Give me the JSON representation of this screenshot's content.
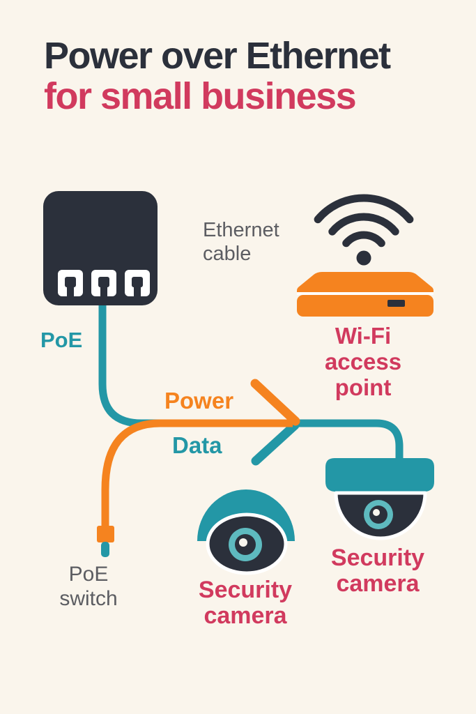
{
  "palette": {
    "bg": "#faf5ec",
    "dark": "#2b303b",
    "teal": "#2397a6",
    "teal-light": "#5ebabf",
    "orange": "#f5831f",
    "crimson": "#d13a5e",
    "gray": "#5c5d62",
    "white": "#ffffff"
  },
  "title": {
    "line1": "Power over Ethernet",
    "line2": "for small business"
  },
  "diagram": {
    "poe_port_label": "PoE",
    "ethernet_cable_label": "Ethernet\ncable",
    "wifi_access_point_label": "Wi-Fi\naccess point",
    "power_label": "Power",
    "data_label": "Data",
    "poe_switch_label": "PoE\nswitch",
    "camera_left_label": "Security\ncamera",
    "camera_right_label": "Security\ncamera"
  }
}
